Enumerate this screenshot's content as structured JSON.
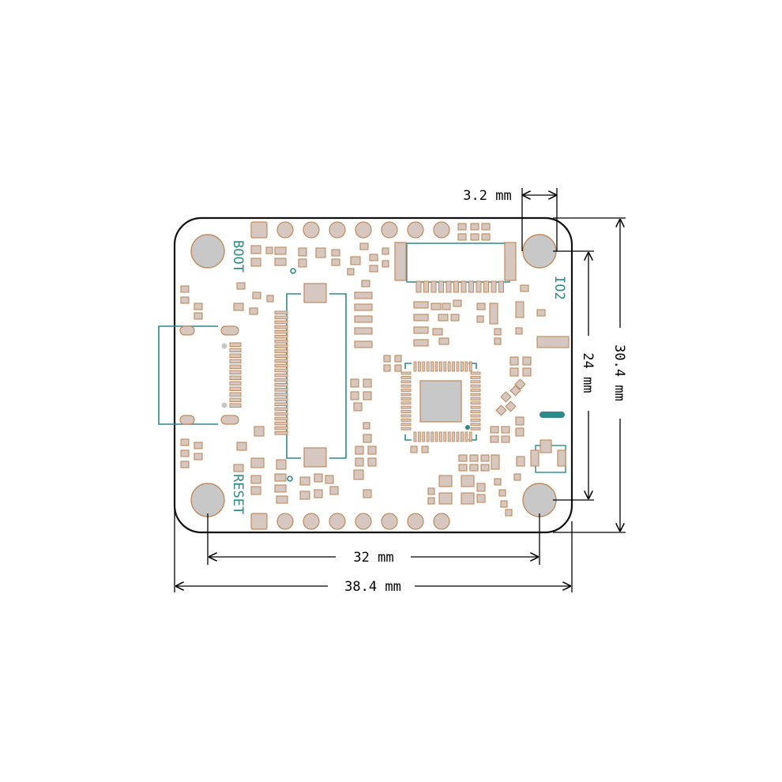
{
  "labels": {
    "boot": "BOOT",
    "reset": "RESET",
    "io2": "IO2"
  },
  "dimensions": {
    "hole_diameter": "3.2 mm",
    "hole_spacing_vertical": "24 mm",
    "board_height": "30.4 mm",
    "hole_spacing_horizontal": "32 mm",
    "board_width": "38.4 mm"
  },
  "colors": {
    "board_fill": "#ffffff",
    "board_outline": "#111111",
    "pad_fill": "#d6c8c0",
    "pad_stroke": "#c08a5c",
    "hole_fill": "#c8c8c8",
    "silkscreen": "#2e8a8a",
    "dimension_line": "#000000"
  }
}
